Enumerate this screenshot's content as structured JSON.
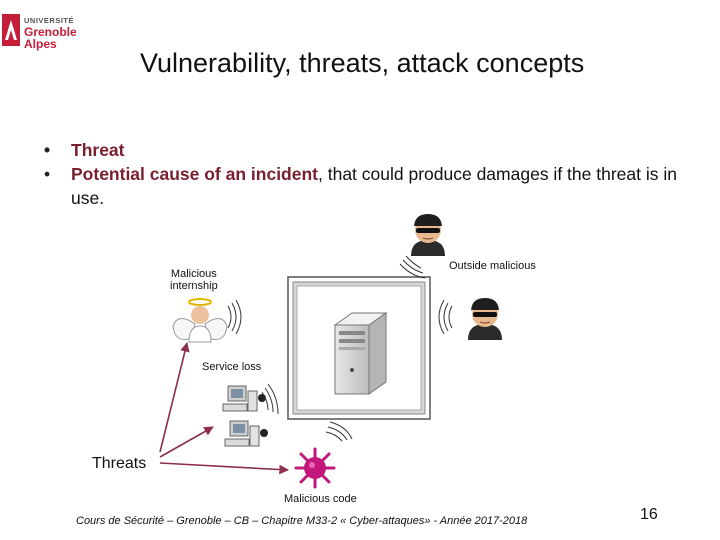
{
  "logo": {
    "line1": "UNIVERSITÉ",
    "line2": "Grenoble",
    "line3": "Alpes",
    "color": "#c41e3a"
  },
  "slide": {
    "title": "Vulnerability, threats, attack concepts",
    "bullets": {
      "bullet1": "Threat",
      "bullet2_strong": "Potential cause of an incident",
      "bullet2_rest": ", that could produce damages if the threat is in use."
    }
  },
  "diagram": {
    "labels": {
      "outside_malicious": "Outside malicious",
      "malicious_internship_1": "Malicious",
      "malicious_internship_2": "internship",
      "service_loss": "Service loss",
      "threats": "Threats",
      "malicious_code": "Malicious code"
    },
    "arrow_color": "#8b2f4a"
  },
  "footer": {
    "text": "Cours de Sécurité – Grenoble – CB – Chapitre M33-2 « Cyber-attaques» - Année 2017-2018",
    "page_number": "16"
  }
}
